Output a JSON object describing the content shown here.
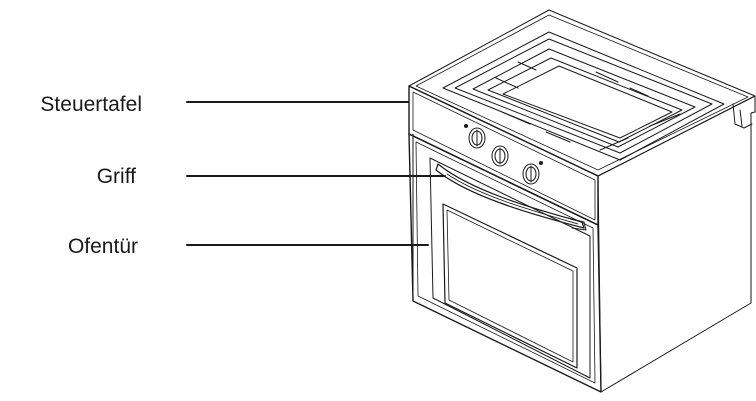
{
  "labels": {
    "control_panel": "Steuertafel",
    "handle": "Griff",
    "oven_door": "Ofentür"
  },
  "colors": {
    "line": "#1a1a1a",
    "background": "#ffffff"
  },
  "icons": {
    "oven": "built-in-oven-illustration"
  }
}
